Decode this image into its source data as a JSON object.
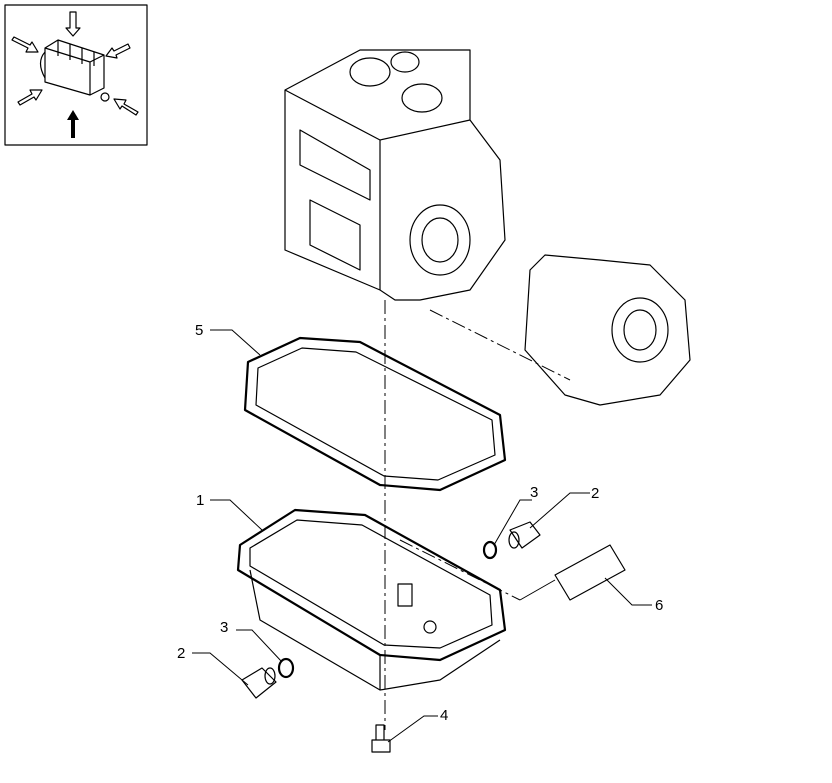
{
  "diagram": {
    "orientation_icon": "engine-orientation-icon",
    "callouts": [
      {
        "id": "callout-5-gasket",
        "label": "5"
      },
      {
        "id": "callout-1-oil-sump",
        "label": "1"
      },
      {
        "id": "callout-3-washer-right",
        "label": "3"
      },
      {
        "id": "callout-2-plug-right",
        "label": "2"
      },
      {
        "id": "callout-6-dipstick-tube",
        "label": "6"
      },
      {
        "id": "callout-3-washer-left",
        "label": "3"
      },
      {
        "id": "callout-2-plug-left",
        "label": "2"
      },
      {
        "id": "callout-4-screw",
        "label": "4"
      }
    ]
  }
}
